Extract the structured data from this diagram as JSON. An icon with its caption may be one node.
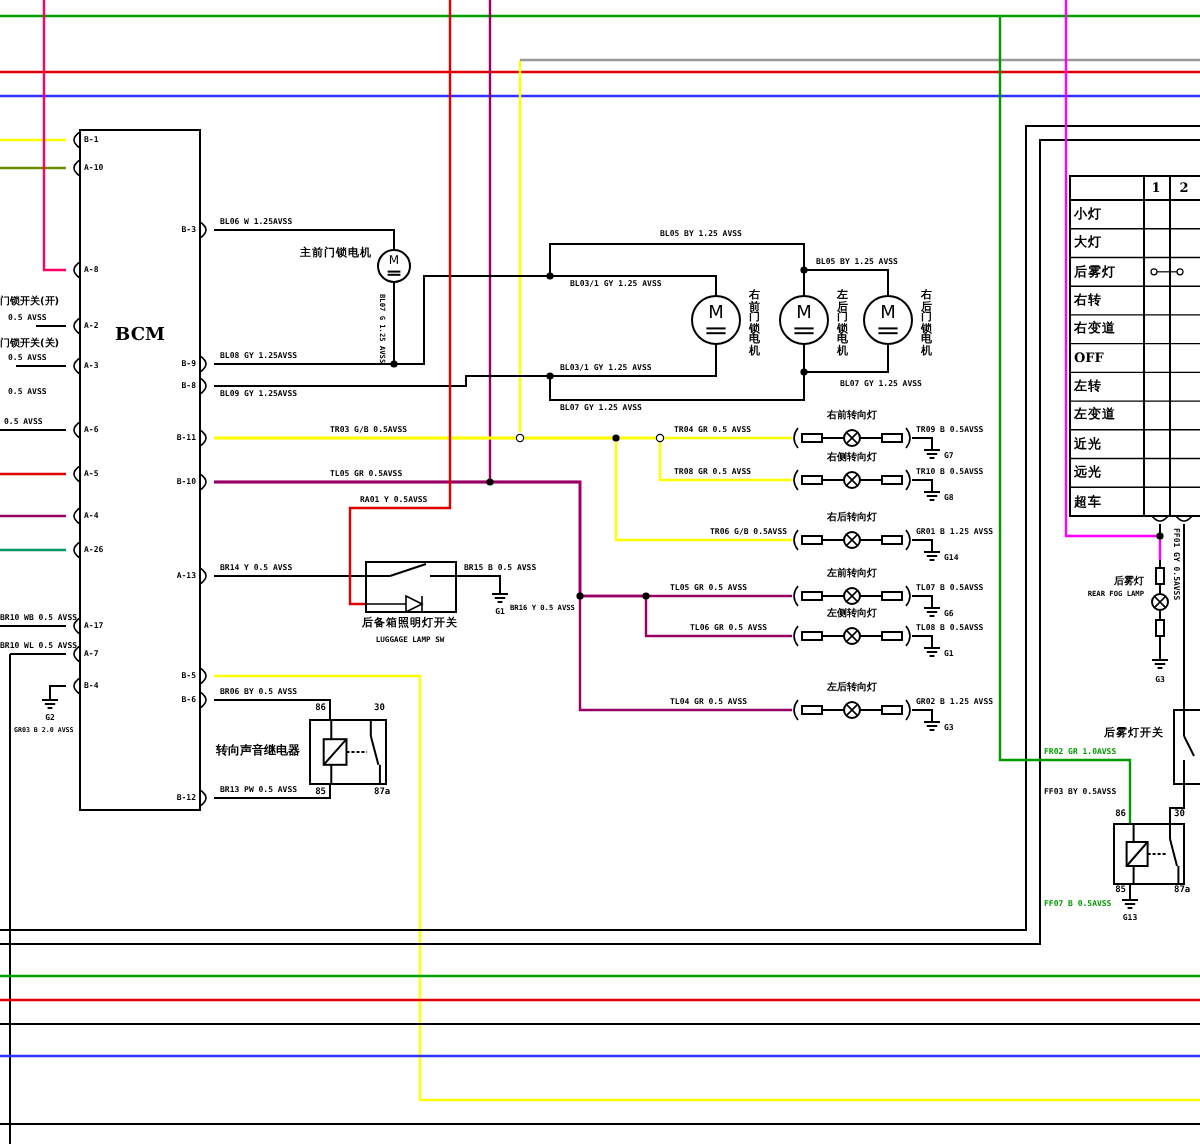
{
  "diagram": {
    "nodes": [
      {
        "text": [
          "BCM"
        ]
      },
      {
        "text": [
          "M"
        ],
        "beside": [
          "主前门锁电机"
        ]
      },
      {
        "text": [
          "M"
        ],
        "beside": [
          "右前门锁电机"
        ]
      },
      {
        "text": [
          "M"
        ],
        "beside": [
          "左后门锁电机"
        ]
      },
      {
        "text": [
          "M"
        ],
        "beside": [
          "右后门锁电机"
        ]
      },
      {
        "text": [
          "后备箱照明灯开关",
          "LUGGAGE LAMP SW"
        ]
      },
      {
        "text": [
          "转向声音继电器"
        ]
      },
      {
        "text": [
          "右前转向灯"
        ]
      },
      {
        "text": [
          "右侧转向灯"
        ]
      },
      {
        "text": [
          "右后转向灯"
        ]
      },
      {
        "text": [
          "左前转向灯"
        ]
      },
      {
        "text": [
          "左侧转向灯"
        ]
      },
      {
        "text": [
          "左后转向灯"
        ]
      },
      {
        "text": [],
        "shape": "box"
      },
      {
        "text": [
          "后雾灯",
          "REAR FOG LAMP"
        ]
      },
      {
        "text": [
          "后雾灯开关"
        ]
      },
      {
        "text": [],
        "shape": "box"
      }
    ],
    "edges": [
      {
        "from": 0,
        "to": 1,
        "arrow": "none"
      },
      {
        "from": 0,
        "to": 1,
        "arrow": "none"
      },
      {
        "from": 0,
        "to": 2,
        "arrow": "none"
      },
      {
        "from": 0,
        "to": 3,
        "arrow": "none"
      },
      {
        "from": 3,
        "to": 4,
        "arrow": "none"
      },
      {
        "from": 0,
        "to": 2,
        "arrow": "none"
      },
      {
        "from": 0,
        "to": 3,
        "arrow": "none"
      },
      {
        "from": 3,
        "to": 4,
        "arrow": "none"
      },
      {
        "from": 0,
        "to": 7,
        "arrow": "none",
        "color": "#ffff00"
      },
      {
        "from": 0,
        "to": 8,
        "arrow": "none",
        "color": "#ffff00"
      },
      {
        "from": 0,
        "to": 9,
        "arrow": "none",
        "color": "#ffff00"
      },
      {
        "from": 0,
        "to": 10,
        "arrow": "none",
        "color": "#990066"
      },
      {
        "from": 0,
        "to": 11,
        "arrow": "none",
        "color": "#990066"
      },
      {
        "from": 0,
        "to": 12,
        "arrow": "none",
        "color": "#990066"
      },
      {
        "from": 0,
        "to": 5,
        "arrow": "none"
      },
      {
        "from": null,
        "to": 5,
        "arrow": "none",
        "color": "#e00000"
      },
      {
        "from": 0,
        "to": 6,
        "arrow": "none"
      },
      {
        "from": 0,
        "to": 6,
        "arrow": "none"
      },
      {
        "from": 13,
        "to": 14,
        "arrow": "none"
      },
      {
        "from": null,
        "to": 14,
        "arrow": "none",
        "color": "#ff00ff"
      },
      {
        "from": 13,
        "to": 15,
        "arrow": "none"
      },
      {
        "from": 15,
        "to": 16,
        "arrow": "none"
      },
      {
        "from": null,
        "to": 16,
        "arrow": "none",
        "color": "#009900"
      }
    ],
    "labels": [
      "B-1",
      "A-10",
      "A-8",
      "A-2",
      "A-3",
      "A-6",
      "A-5",
      "A-4",
      "A-26",
      "A-17",
      "A-7",
      "B-4",
      "B-3",
      "B-9",
      "B-8",
      "B-11",
      "B-10",
      "A-13",
      "B-5",
      "B-6",
      "B-12",
      "门锁开关(开)",
      "0.5 AVSS",
      "门锁开关(关)",
      "0.5 AVSS",
      "0.5 AVSS",
      "0.5 AVSS",
      "BR10 WB 0.5 AVSS",
      "BR10 WL 0.5 AVSS",
      "G2",
      "GR03 B 2.0 AVSS",
      "BL06 W 1.25AVSS",
      "BL08 GY 1.25AVSS",
      "BL09 GY 1.25AVSS",
      "TR03 G/B 0.5AVSS",
      "TL05 GR 0.5AVSS",
      "BR14 Y 0.5 AVSS",
      "BR06 BY 0.5 AVSS",
      "BR13 PW 0.5 AVSS",
      "86",
      "30",
      "85",
      "87a",
      "BL07 G 1.25 AVSS",
      "BL05 BY 1.25 AVSS",
      "BL03/1 GY 1.25 AVSS",
      "BL05 BY 1.25 AVSS",
      "BL03/1 GY 1.25 AVSS",
      "BL07 GY 1.25 AVSS",
      "BL07 GY 1.25 AVSS",
      "TR04 GR 0.5 AVSS",
      "TR08 GR 0.5 AVSS",
      "TR06 G/B 0.5AVSS",
      "TL05 GR 0.5 AVSS",
      "TL06 GR 0.5 AVSS",
      "TL04 GR 0.5 AVSS",
      "TR09 B 0.5AVSS",
      "G7",
      "TR10 B 0.5AVSS",
      "G8",
      "GR01 B 1.25 AVSS",
      "G14",
      "TL07 B 0.5AVSS",
      "G6",
      "TL08 B 0.5AVSS",
      "G1",
      "GR02 B 1.25 AVSS",
      "G3",
      "RA01 Y 0.5AVSS",
      "BR15 B 0.5 AVSS",
      "G1",
      "BR16 Y 0.5 AVSS",
      "1",
      "2",
      "小灯",
      "大灯",
      "后雾灯",
      "右转",
      "右变道",
      "OFF",
      "左转",
      "左变道",
      "近光",
      "远光",
      "超车",
      "FF01 GY 0.5AVSS",
      "G3",
      "FR02 GR 1.0AVSS",
      "FF03 BY 0.5AVSS",
      "86",
      "30",
      "85",
      "87a",
      "FF07 B 0.5AVSS",
      "G13"
    ]
  }
}
